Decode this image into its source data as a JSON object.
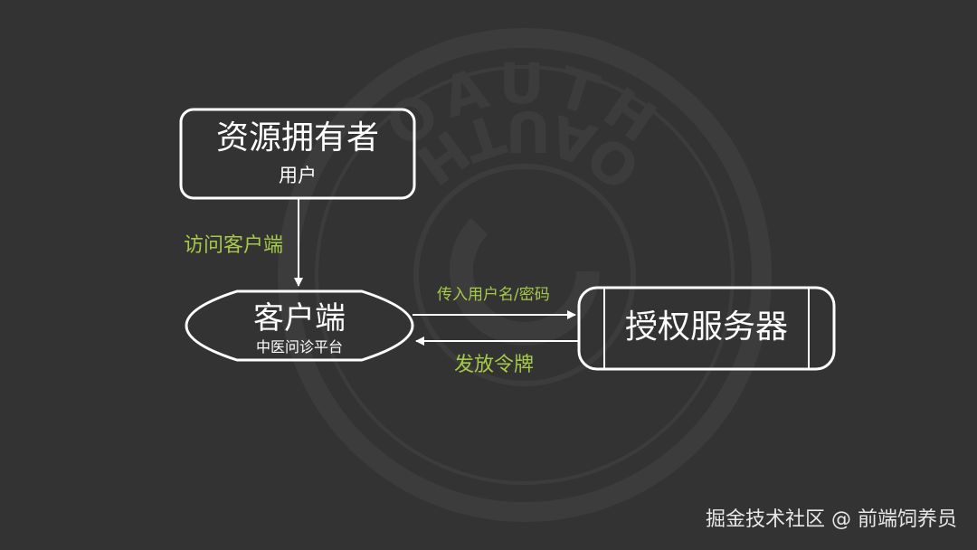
{
  "nodes": {
    "resource_owner": {
      "title": "资源拥有者",
      "subtitle": "用户"
    },
    "client": {
      "title": "客户端",
      "subtitle": "中医问诊平台"
    },
    "auth_server": {
      "title": "授权服务器"
    }
  },
  "edges": {
    "visit_client": "访问客户端",
    "pass_credentials": "传入用户名/密码",
    "issue_token": "发放令牌"
  },
  "watermark": "掘金技术社区 @ 前端饲养员",
  "background_logo": {
    "text_top": "OAUTH",
    "text_bottom": "OAUTH"
  },
  "colors": {
    "background": "#333333",
    "node_stroke": "#ffffff",
    "label_green": "#a6c94a",
    "logo_tint": "#3d3d3d"
  }
}
